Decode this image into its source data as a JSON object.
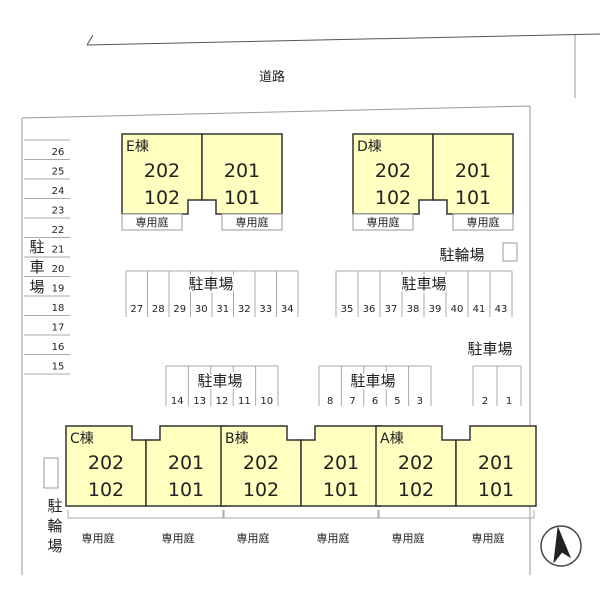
{
  "road_label": "道路",
  "left_parking": {
    "label": [
      "駐",
      "車",
      "場"
    ],
    "numbers": [
      "26",
      "25",
      "24",
      "23",
      "22",
      "21",
      "20",
      "19",
      "18",
      "17",
      "16",
      "15"
    ]
  },
  "private_garden_label": "専用庭",
  "bicycle_parking_label": "駐輪場",
  "bicycle_parking_vertical": [
    "駐",
    "輪",
    "場"
  ],
  "buildings": [
    {
      "name": "E棟",
      "units": {
        "left_top": "202",
        "left_bottom": "102",
        "right_top": "201",
        "right_bottom": "101"
      }
    },
    {
      "name": "D棟",
      "units": {
        "left_top": "202",
        "left_bottom": "102",
        "right_top": "201",
        "right_bottom": "101"
      }
    },
    {
      "name": "C棟",
      "units": {
        "left_top": "202",
        "left_bottom": "102",
        "right_top": "201",
        "right_bottom": "101"
      }
    },
    {
      "name": "B棟",
      "units": {
        "left_top": "202",
        "left_bottom": "102",
        "right_top": "201",
        "right_bottom": "101"
      }
    },
    {
      "name": "A棟",
      "units": {
        "left_top": "202",
        "left_bottom": "102",
        "right_top": "201",
        "right_bottom": "101"
      }
    }
  ],
  "parking_lots": [
    {
      "label": "駐車場",
      "numbers": [
        "27",
        "28",
        "29",
        "30",
        "31",
        "32",
        "33",
        "34"
      ]
    },
    {
      "label": "駐車場",
      "numbers": [
        "35",
        "36",
        "37",
        "38",
        "39",
        "40",
        "41",
        "43"
      ]
    },
    {
      "label": "駐車場",
      "numbers": [
        "14",
        "13",
        "12",
        "11",
        "10"
      ]
    },
    {
      "label": "駐車場",
      "numbers": [
        "8",
        "7",
        "6",
        "5",
        "3"
      ]
    },
    {
      "label": "駐車場",
      "numbers": [
        "2",
        "1"
      ]
    }
  ],
  "colors": {
    "building_fill": "#ffffc0",
    "line": "#555555"
  }
}
